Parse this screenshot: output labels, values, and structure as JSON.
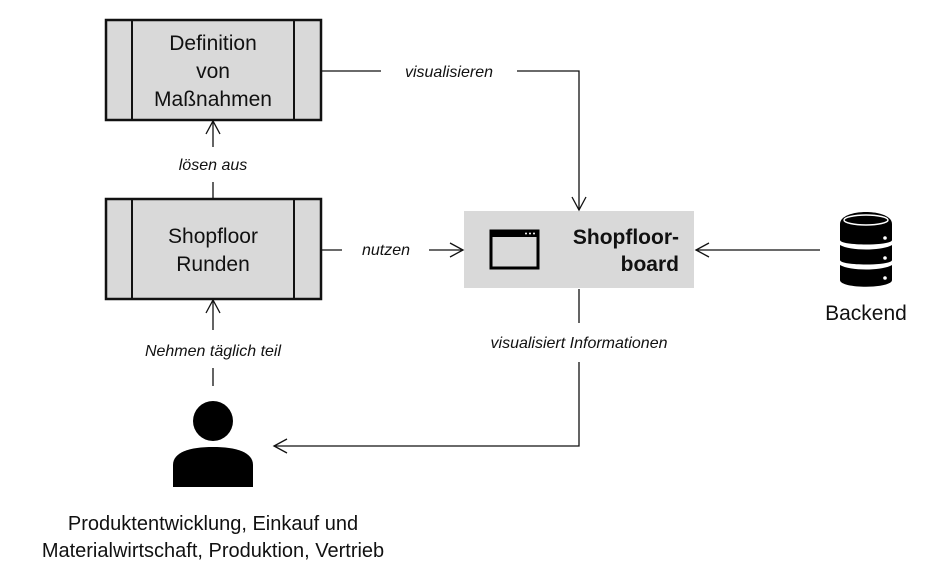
{
  "diagram": {
    "nodes": {
      "definition": {
        "label_lines": [
          "Definition",
          "von",
          "Maßnahmen"
        ],
        "type": "predefined-process",
        "fill": "#d9d9d9"
      },
      "rounds": {
        "label_lines": [
          "Shopfloor",
          "Runden"
        ],
        "type": "predefined-process",
        "fill": "#d9d9d9"
      },
      "board": {
        "label_lines": [
          "Shopfloor-",
          "board"
        ],
        "icon": "browser-window-icon",
        "fill": "#d9d9d9"
      },
      "backend": {
        "label": "Backend",
        "icon": "database-icon"
      },
      "users": {
        "icon": "person-icon",
        "label_lines": [
          "Produktentwicklung, Einkauf und",
          "Materialwirtschaft, Produktion, Vertrieb"
        ]
      }
    },
    "edges": {
      "visualisieren": "visualisieren",
      "loesen_aus": "lösen aus",
      "nutzen": "nutzen",
      "nehmen_teil": "Nehmen täglich teil",
      "visualisiert_info": "visualisiert Informationen"
    }
  }
}
